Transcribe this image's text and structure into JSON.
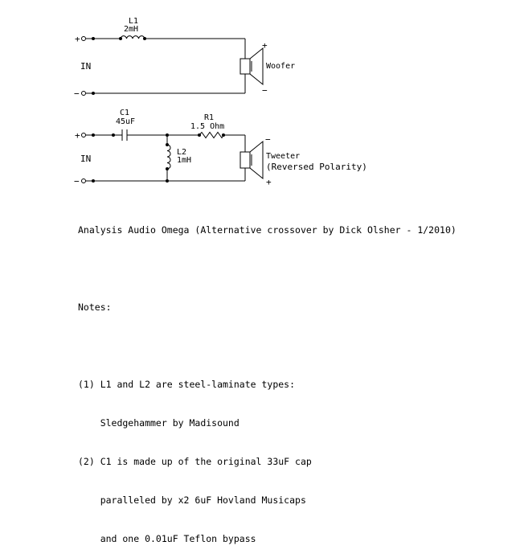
{
  "woofer_circuit": {
    "plus_terminal": "+",
    "minus_terminal": "−",
    "input_label": "IN",
    "inductor": {
      "name": "L1",
      "value": "2mH"
    },
    "driver_label": "Woofer",
    "driver_plus": "+",
    "driver_minus": "−"
  },
  "tweeter_circuit": {
    "plus_terminal": "+",
    "minus_terminal": "−",
    "input_label": "IN",
    "capacitor": {
      "name": "C1",
      "value": "45uF"
    },
    "resistor": {
      "name": "R1",
      "value": "1.5 Ohm"
    },
    "inductor": {
      "name": "L2",
      "value": "1mH"
    },
    "driver_label": "Tweeter",
    "driver_note": "(Reversed Polarity)",
    "driver_top_sign": "−",
    "driver_bottom_sign": "+"
  },
  "caption": "Analysis Audio Omega (Alternative crossover by Dick Olsher - 1/2010)",
  "notes_heading": "Notes:",
  "notes": [
    "(1) L1 and L2 are steel-laminate types:",
    "    Sledgehammer by Madisound",
    "(2) C1 is made up of the original 33uF cap",
    "    paralleled by x2 6uF Hovland Musicaps",
    "    and one 0.01uF Teflon bypass"
  ]
}
